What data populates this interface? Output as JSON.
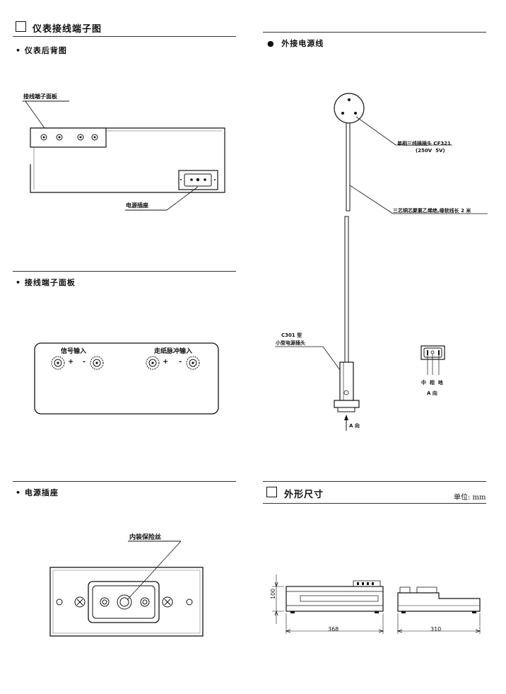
{
  "left": {
    "section_title": "仪表接线端子图",
    "rear_view": {
      "heading": "仪表后背图",
      "callout_terminal_panel": "接线端子面板",
      "callout_power_socket": "电源插座"
    },
    "terminal_panel": {
      "heading": "接线端子面板",
      "signal_input": "信号输入",
      "paper_pulse_input": "走纸脉冲输入",
      "plus": "+",
      "minus": "-"
    },
    "power_socket": {
      "heading": "电源插座",
      "fuse_label": "内装保险丝"
    }
  },
  "right": {
    "power_cord": {
      "heading": "外接电源线",
      "plug_label": "单相三线插插头 CF321",
      "plug_rating": "(250V  5V)",
      "cable_label": "三芯铜芯聚氯乙烯绝,缘软线长 2 米",
      "connector_model": "C301 型",
      "connector_name": "小型电源插头",
      "direction_arrow": "A 向",
      "pins_label": "中  相  地",
      "direction_view": "A 向"
    },
    "dimensions": {
      "section_title": "外形尺寸",
      "unit": "单位: mm",
      "height": "100",
      "width": "368",
      "depth": "310"
    }
  }
}
